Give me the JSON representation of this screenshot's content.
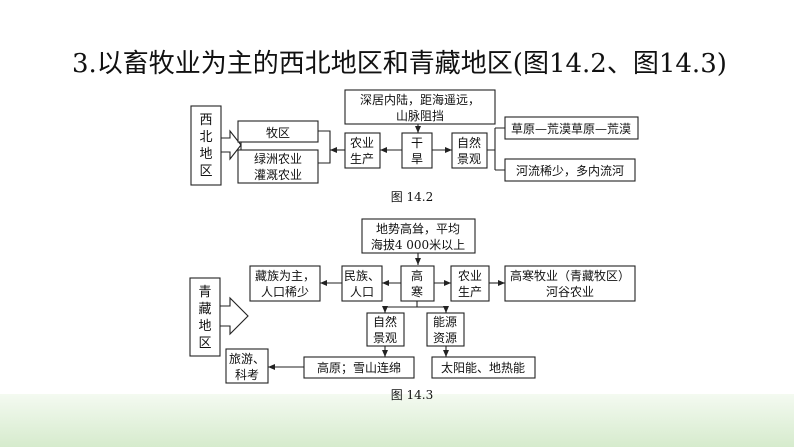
{
  "heading": "3.以畜牧业为主的西北地区和青藏地区(图14.2、图14.3)",
  "fig2": {
    "caption": "图 14.2",
    "region": [
      "西",
      "北",
      "地",
      "区"
    ],
    "pastoral": "牧区",
    "oasis": [
      "绿洲农业",
      "灌溉农业"
    ],
    "agri": [
      "农业",
      "生产"
    ],
    "dry": [
      "干",
      "旱"
    ],
    "cause": [
      "深居内陆，距海遥远，",
      "山脉阻挡"
    ],
    "landscape": [
      "自然",
      "景观"
    ],
    "vegetation": "草原—荒漠草原—荒漠",
    "rivers": "河流稀少，多内流河"
  },
  "fig3": {
    "caption": "图 14.3",
    "region": [
      "青",
      "藏",
      "地",
      "区"
    ],
    "terrain": [
      "地势高耸，平均",
      "海拔4 000米以上"
    ],
    "people": [
      "藏族为主，",
      "人口稀少"
    ],
    "ethnic": [
      "民族、",
      "人口"
    ],
    "cold": [
      "高",
      "寒"
    ],
    "agri": [
      "农业",
      "生产"
    ],
    "farming": [
      "高寒牧业（青藏牧区）",
      "河谷农业"
    ],
    "landscape": [
      "自然",
      "景观"
    ],
    "energy": [
      "能源",
      "资源"
    ],
    "tourism": [
      "旅游、",
      "科考"
    ],
    "plateau": "高原；雪山连绵",
    "energy_types": "太阳能、地热能"
  }
}
